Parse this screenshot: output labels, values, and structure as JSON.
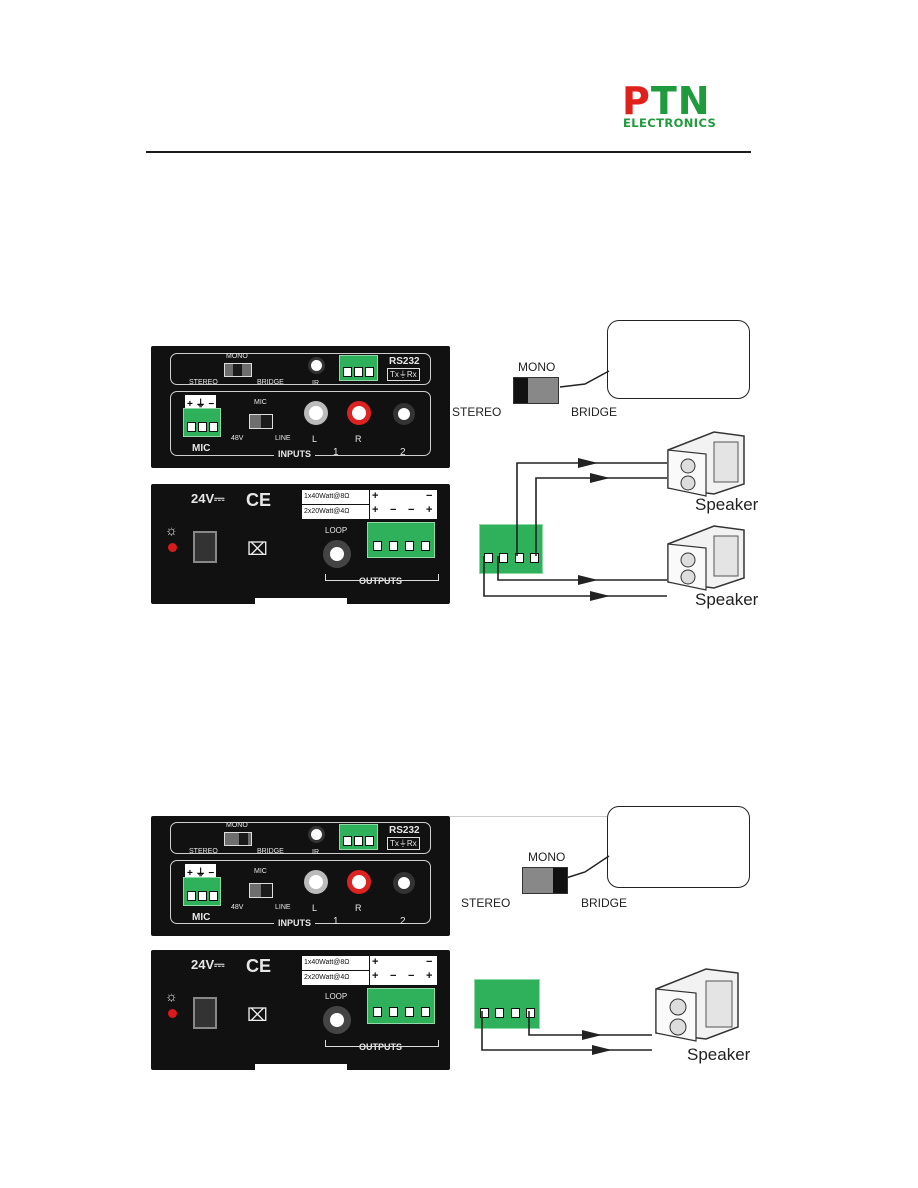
{
  "header": {
    "logo_main_rest": "TN",
    "logo_main_first": "P",
    "logo_sub": "ELECTRONICS"
  },
  "front_panel": {
    "switch_mono": "MONO",
    "switch_stereo": "STEREO",
    "switch_bridge": "BRIDGE",
    "ir": "IR",
    "rs232": "RS232",
    "rs232_pins": "Tx⏚Rx",
    "mic_polarity": "+ ⏚ −",
    "mic": "MIC",
    "mic_switch_mic": "MIC",
    "mic_switch_48v": "48V",
    "mic_switch_line": "LINE",
    "jack_l": "L",
    "jack_r": "R",
    "input_1": "1",
    "input_2": "2",
    "inputs": "INPUTS"
  },
  "rear_panel": {
    "power": "24V⎓",
    "ce": "CE",
    "loop": "LOOP",
    "outputs": "OUTPUTS",
    "rating_1": "1x40Watt@8Ω",
    "rating_2": "2x20Watt@4Ω",
    "polarity_row1": [
      "+",
      "",
      "",
      "−"
    ],
    "polarity_row2": [
      "+",
      "−",
      "−",
      "+"
    ]
  },
  "diagram": {
    "mono": "MONO",
    "stereo": "STEREO",
    "bridge": "BRIDGE",
    "speaker": "Speaker"
  }
}
